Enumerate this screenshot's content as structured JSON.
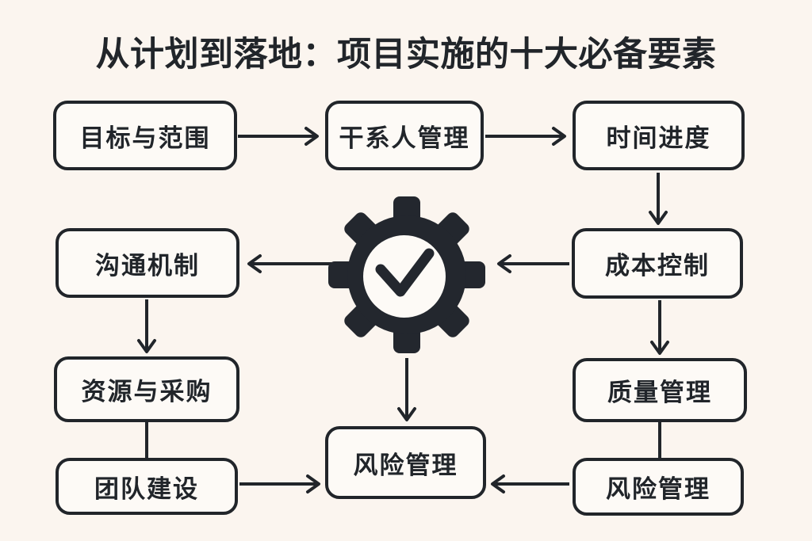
{
  "title": "从计划到落地：项目实施的十大必备要素",
  "colors": {
    "background": "#fbf5ef",
    "box_fill": "#fdfaf6",
    "ink": "#21252a"
  },
  "nodes": [
    {
      "id": "goals-scope",
      "label": "目标与范围"
    },
    {
      "id": "stakeholder-management",
      "label": "干系人管理"
    },
    {
      "id": "time-schedule",
      "label": "时间进度"
    },
    {
      "id": "cost-control",
      "label": "成本控制"
    },
    {
      "id": "communication-mechanism",
      "label": "沟通机制"
    },
    {
      "id": "resources-procurement",
      "label": "资源与采购"
    },
    {
      "id": "team-building",
      "label": "团队建设"
    },
    {
      "id": "quality-management",
      "label": "质量管理"
    },
    {
      "id": "risk-management-right",
      "label": "风险管理"
    },
    {
      "id": "risk-management-center",
      "label": "风险管理"
    }
  ],
  "center_icon": "gear-check-icon",
  "edges": [
    {
      "from": "goals-scope",
      "to": "stakeholder-management",
      "arrowhead": true
    },
    {
      "from": "stakeholder-management",
      "to": "time-schedule",
      "arrowhead": true
    },
    {
      "from": "time-schedule",
      "to": "cost-control",
      "arrowhead": true
    },
    {
      "from": "cost-control",
      "to": "gear-check-icon",
      "arrowhead": true
    },
    {
      "from": "gear-check-icon",
      "to": "communication-mechanism",
      "arrowhead": true
    },
    {
      "from": "communication-mechanism",
      "to": "resources-procurement",
      "arrowhead": true
    },
    {
      "from": "resources-procurement",
      "to": "team-building",
      "arrowhead": false
    },
    {
      "from": "team-building",
      "to": "risk-management-center",
      "arrowhead": true
    },
    {
      "from": "gear-check-icon",
      "to": "risk-management-center",
      "arrowhead": true
    },
    {
      "from": "cost-control",
      "to": "quality-management",
      "arrowhead": true
    },
    {
      "from": "quality-management",
      "to": "risk-management-right",
      "arrowhead": false
    },
    {
      "from": "risk-management-right",
      "to": "risk-management-center",
      "arrowhead": true
    }
  ]
}
